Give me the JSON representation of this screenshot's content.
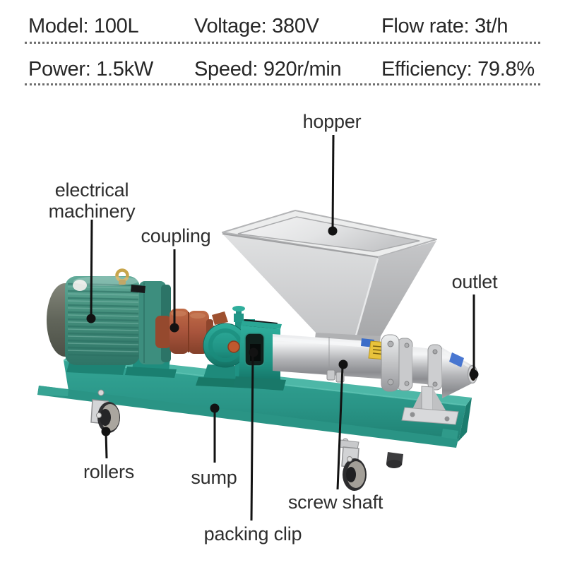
{
  "specs": {
    "row1": [
      "Model: 100L",
      "Voltage: 380V",
      "Flow rate: 3t/h"
    ],
    "row2": [
      "Power: 1.5kW",
      "Speed: 920r/min",
      "Efficiency: 79.8%"
    ]
  },
  "labels": {
    "hopper": "hopper",
    "electrical_machinery": "electrical machinery",
    "coupling": "coupling",
    "outlet": "outlet",
    "rollers": "rollers",
    "sump": "sump",
    "screw_shaft": "screw shaft",
    "packing_clip": "packing clip"
  },
  "illustration": {
    "subject": "screw pump (progressive cavity pump) with hopper, labeled parts diagram",
    "colors": {
      "base_teal": "#2b9c8d",
      "motor_green": "#47927f",
      "coupling_rust": "#a8543c",
      "stainless_steel": "#c9cacc",
      "callout_line": "#121212",
      "label_text": "#2e2e2e",
      "spec_text": "#272727",
      "sticker_yellow": "#e8c33c",
      "sticker_blue": "#3b6dc9",
      "background": "#ffffff"
    }
  }
}
